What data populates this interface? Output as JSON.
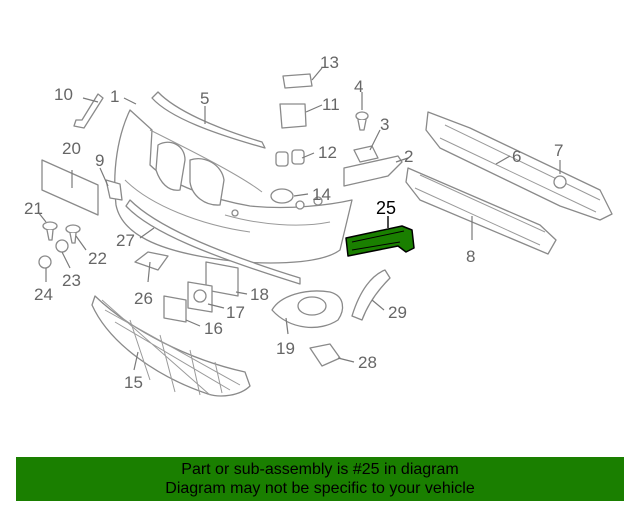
{
  "colors": {
    "highlight": "#1a7f00",
    "banner_bg": "#1a7f00",
    "line": "#8a8a8a"
  },
  "callouts": {
    "c1": "1",
    "c2": "2",
    "c3": "3",
    "c4": "4",
    "c5": "5",
    "c6": "6",
    "c7": "7",
    "c8": "8",
    "c9": "9",
    "c10": "10",
    "c11": "11",
    "c12": "12",
    "c13": "13",
    "c14": "14",
    "c15": "15",
    "c16": "16",
    "c17": "17",
    "c18": "18",
    "c19": "19",
    "c20": "20",
    "c21": "21",
    "c22": "22",
    "c23": "23",
    "c24": "24",
    "c25": "25",
    "c26": "26",
    "c27": "27",
    "c28": "28",
    "c29": "29"
  },
  "highlighted_part": "25",
  "banner": {
    "line1": "Part or sub-assembly is #25 in diagram",
    "line2": "Diagram may not be specific to your vehicle"
  }
}
